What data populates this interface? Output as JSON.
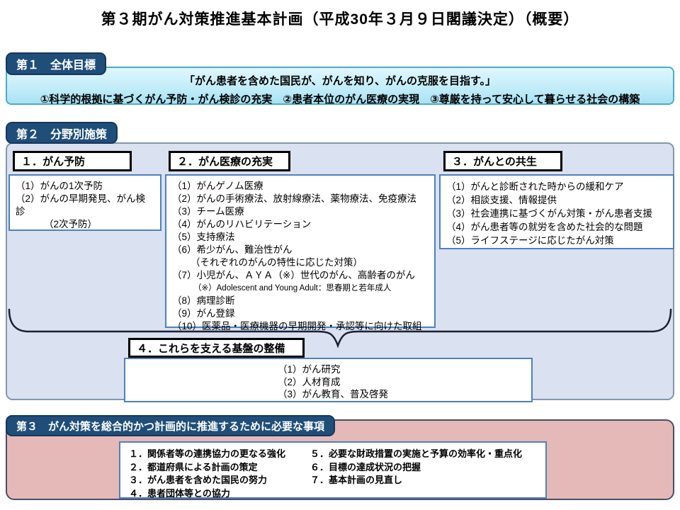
{
  "title": "第３期がん対策推進基本計画（平成30年３月９日閣議決定）（概要）",
  "colors": {
    "tab_navy": "#1F4E79",
    "tab_border": "#16365C",
    "goal_border": "#4BACC6",
    "goal_bg_top": "#DFF6FD",
    "goal_bg_bottom": "#A9E2F4",
    "section2_bg": "#DAE1F0",
    "section2_border": "#8496B0",
    "content_box_border": "#4F81BD",
    "subheader_border": "#000000",
    "section3_bg": "#E5B9B8",
    "section3_border": "#4A4E69"
  },
  "section1": {
    "tab": "第１　全体目標",
    "line1": "「がん患者を含めた国民が、がんを知り、がんの克服を目指す。」",
    "line2": "①科学的根拠に基づくがん予防・がん検診の充実　②患者本位のがん医療の実現　③尊厳を持って安心して暮らせる社会の構築"
  },
  "section2": {
    "tab": "第２　分野別施策",
    "box1": {
      "header": "１．がん予防",
      "items": [
        {
          "text": "（1）がんの1次予防"
        },
        {
          "text": "（2）がんの早期発見、がん検診"
        },
        {
          "text": "（2次予防）",
          "style": "indent"
        }
      ]
    },
    "box2": {
      "header": "２．がん医療の充実",
      "items": [
        {
          "text": "（1）がんゲノム医療"
        },
        {
          "text": "（2）がんの手術療法、放射線療法、薬物療法、免疫療法"
        },
        {
          "text": "（3）チーム医療"
        },
        {
          "text": "（4）がんのリハビリテーション"
        },
        {
          "text": "（5）支持療法"
        },
        {
          "text": "（6）希少がん、難治性がん"
        },
        {
          "text": "（それぞれのがんの特性に応じた対策）",
          "style": "indent2"
        },
        {
          "text": "（7）小児がん、ＡＹＡ（※）世代のがん、高齢者のがん"
        },
        {
          "text": "（※）Adolescent and Young Adult：思春期と若年成人",
          "style": "note"
        },
        {
          "text": "（8）病理診断"
        },
        {
          "text": "（9）がん登録"
        },
        {
          "text": "（10）医薬品・医療機器の早期開発・承認等に向けた取組"
        }
      ]
    },
    "box3": {
      "header": "３．がんとの共生",
      "items": [
        {
          "text": "（1）がんと診断された時からの緩和ケア"
        },
        {
          "text": "（2）相談支援、情報提供"
        },
        {
          "text": "（3）社会連携に基づくがん対策・がん患者支援"
        },
        {
          "text": "（4）がん患者等の就労を含めた社会的な問題"
        },
        {
          "text": "（5）ライフステージに応じたがん対策"
        }
      ]
    },
    "box4": {
      "header": "４．これらを支える基盤の整備",
      "items": [
        {
          "text": "（1）がん研究"
        },
        {
          "text": "（2）人材育成"
        },
        {
          "text": "（3）がん教育、普及啓発"
        }
      ]
    }
  },
  "section3": {
    "tab": "第３　がん対策を総合的かつ計画的に推進するために必要な事項",
    "left_items": [
      {
        "text": "１．関係者等の連携協力の更なる強化"
      },
      {
        "text": "２．都道府県による計画の策定"
      },
      {
        "text": "３．がん患者を含めた国民の努力"
      },
      {
        "text": "４．患者団体等との協力"
      }
    ],
    "right_items": [
      {
        "text": "５．必要な財政措置の実施と予算の効率化・重点化"
      },
      {
        "text": "６．目標の達成状況の把握"
      },
      {
        "text": "７．基本計画の見直し"
      }
    ]
  }
}
